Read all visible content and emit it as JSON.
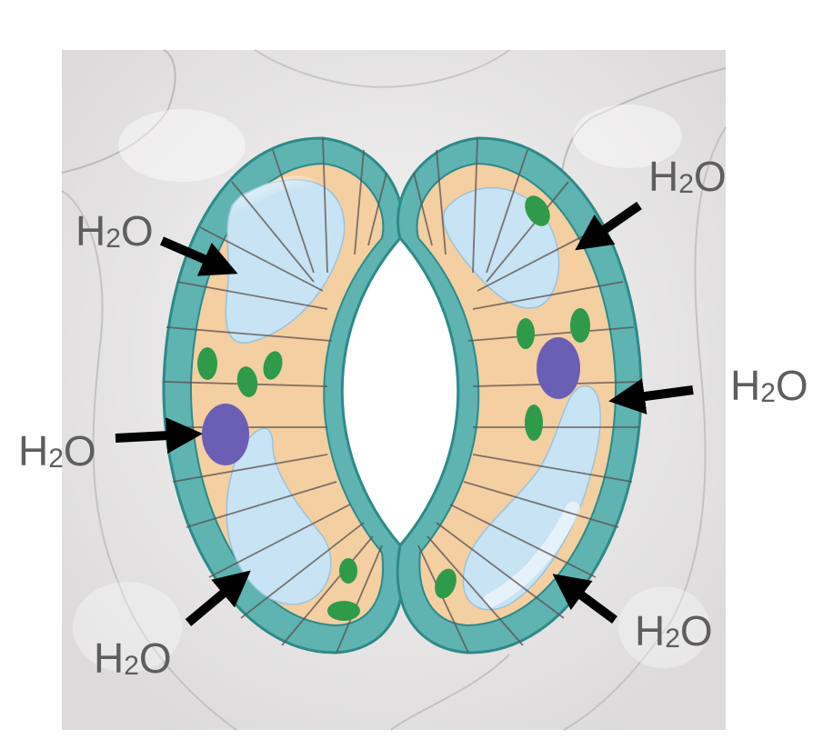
{
  "labels": [
    {
      "formula": "H",
      "subscript": "2",
      "suffix": "O"
    },
    {
      "formula": "H",
      "subscript": "2",
      "suffix": "O"
    },
    {
      "formula": "H",
      "subscript": "2",
      "suffix": "O"
    },
    {
      "formula": "H",
      "subscript": "2",
      "suffix": "O"
    },
    {
      "formula": "H",
      "subscript": "2",
      "suffix": "O"
    },
    {
      "formula": "H",
      "subscript": "2",
      "suffix": "O"
    }
  ],
  "colors": {
    "background_tissue": "#e6e4e4",
    "cell_wall": "#5fb3b1",
    "cell_wall_dark": "#2e8a88",
    "cytoplasm": "#f3cfa2",
    "vacuole": "#c8e3f3",
    "nucleus": "#6a5fb4",
    "chloroplast": "#2f9a4a",
    "arrow": "#000000",
    "label_text": "#5e5e5e"
  },
  "icons": {
    "arrow": "black-arrow-icon",
    "nucleus": "nucleus-shape",
    "chloroplast": "chloroplast-shape"
  }
}
